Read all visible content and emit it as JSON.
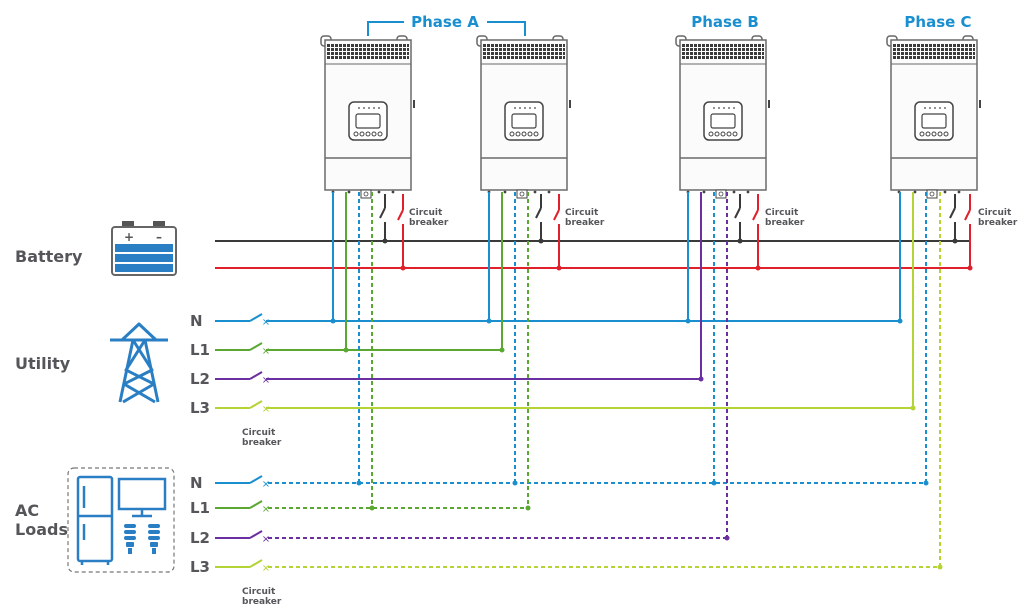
{
  "phases": {
    "phase_a": "Phase A",
    "phase_b": "Phase B",
    "phase_c": "Phase C"
  },
  "sections": {
    "battery": "Battery",
    "utility": "Utility",
    "ac_loads_line1": "AC",
    "ac_loads_line2": "Loads"
  },
  "utility_lines": [
    "N",
    "L1",
    "L2",
    "L3"
  ],
  "load_lines": [
    "N",
    "L1",
    "L2",
    "L3"
  ],
  "breaker_label": {
    "line1": "Circuit",
    "line2": "breaker"
  },
  "colors": {
    "neutral": "#1a8fd0",
    "l1": "#5aa832",
    "l2": "#6a2fa0",
    "l3": "#b4d334",
    "battery_negative": "#3a3a3a",
    "battery_positive": "#e0202a",
    "icon_blue": "#2a7fc4",
    "text_gray": "#55565a"
  }
}
